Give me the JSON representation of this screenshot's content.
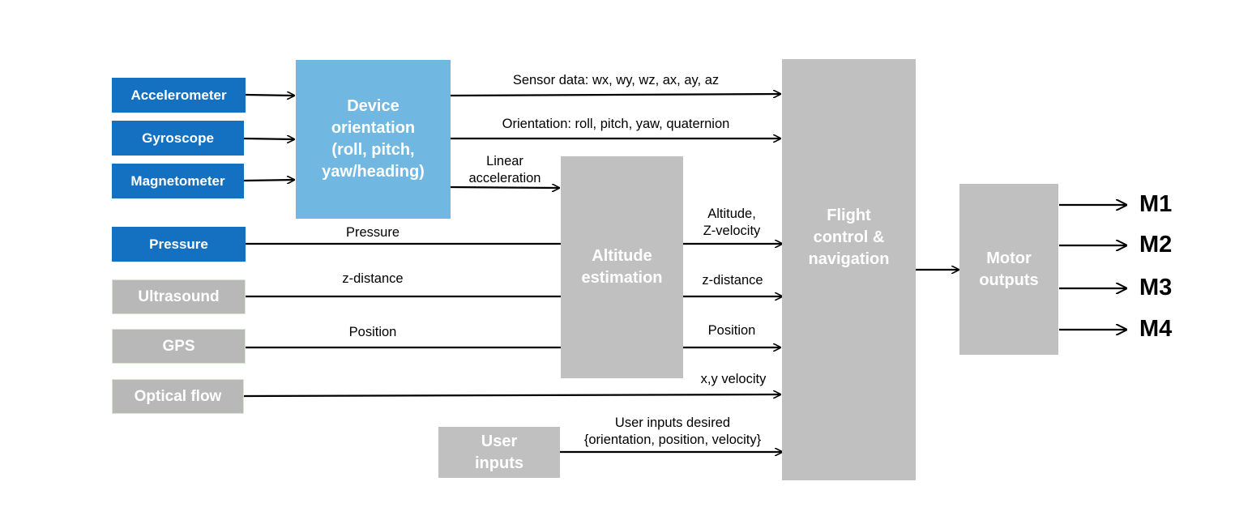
{
  "sensors": {
    "accelerometer": "Accelerometer",
    "gyroscope": "Gyroscope",
    "magnetometer": "Magnetometer",
    "pressure": "Pressure",
    "ultrasound": "Ultrasound",
    "gps": "GPS",
    "optical_flow": "Optical flow"
  },
  "blocks": {
    "device_orientation": "Device\norientation\n(roll, pitch,\nyaw/heading)",
    "altitude_estimation": "Altitude\nestimation",
    "flight_control": "Flight\ncontrol &\nnavigation",
    "motor_outputs": "Motor\noutputs",
    "user_inputs": "User\ninputs"
  },
  "edges": {
    "sensor_data": "Sensor data: wx, wy, wz, ax, ay, az",
    "orientation": "Orientation: roll, pitch, yaw, quaternion",
    "linear_acceleration": "Linear\nacceleration",
    "pressure": "Pressure",
    "z_distance_in": "z-distance",
    "position_in": "Position",
    "altitude_z_velocity": "Altitude,\nZ-velocity",
    "z_distance_out": "z-distance",
    "position_out": "Position",
    "xy_velocity": "x,y velocity",
    "user_inputs_desired": "User inputs desired\n{orientation, position, velocity}"
  },
  "motors": [
    "M1",
    "M2",
    "M3",
    "M4"
  ]
}
